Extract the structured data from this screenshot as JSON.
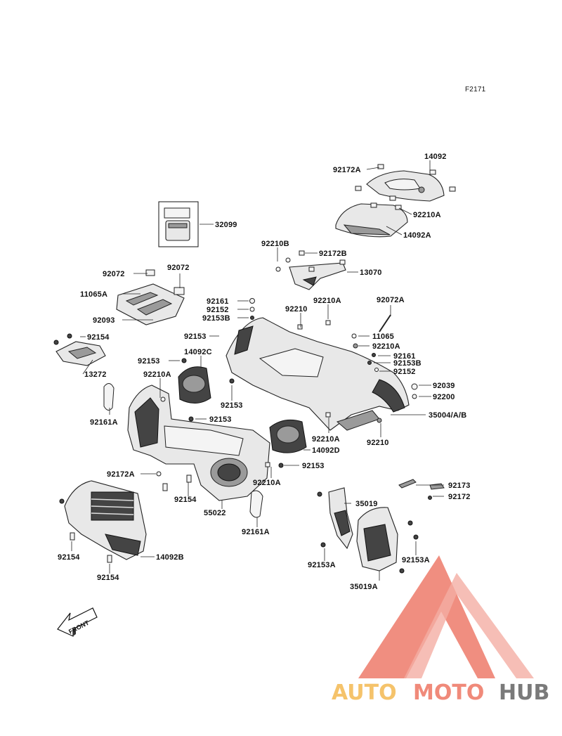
{
  "figure_code": "F2171",
  "front_label": "FRONT",
  "watermark": {
    "part1": "AUTO",
    "part2": "MOTO",
    "part3": "HUB",
    "colors": {
      "auto": "#f5c36b",
      "moto": "#f08a7a",
      "hub": "#7a7a7a",
      "logo": "#ee7b6b"
    }
  },
  "labels": [
    "14092",
    "92172A",
    "92210A",
    "14092A",
    "32099",
    "92210B",
    "92172B",
    "13070",
    "92072",
    "92072",
    "11065A",
    "92093",
    "92161",
    "92152",
    "92153B",
    "92210",
    "92210A",
    "92072A",
    "11065",
    "92210A",
    "92161",
    "92153B",
    "92152",
    "92153",
    "14092C",
    "92154",
    "13272",
    "92153",
    "92210A",
    "92153",
    "92153",
    "92039",
    "92200",
    "35004/A/B",
    "92161A",
    "92210",
    "92210A",
    "14092D",
    "92153",
    "92172A",
    "92210A",
    "92173",
    "92154",
    "55022",
    "92172",
    "35019",
    "92161A",
    "92154",
    "14092B",
    "92153A",
    "92153A",
    "92154",
    "35019A"
  ]
}
